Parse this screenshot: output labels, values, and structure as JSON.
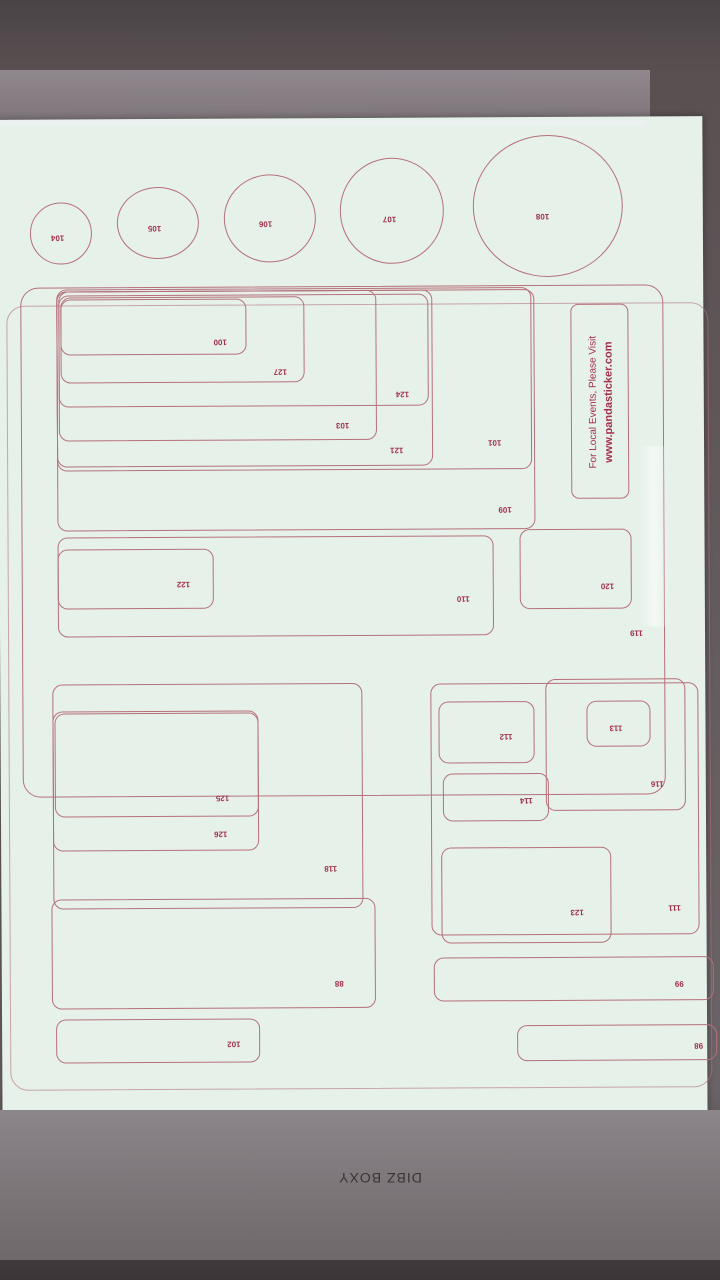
{
  "base_label": "DIBZ BOXY",
  "promo": {
    "line1": "For Local Events, Please Visit",
    "url": "www.pandasticker.com"
  },
  "labels": {
    "c1": "104",
    "c2": "105",
    "c3": "106",
    "c4": "107",
    "c5": "108",
    "r100": "100",
    "r127": "127",
    "r124": "124",
    "r103": "103",
    "r121": "121",
    "r101": "101",
    "r109": "109",
    "r122": "122",
    "r110": "110",
    "r120": "120",
    "r119": "119",
    "r126": "126",
    "r125": "125",
    "r118": "118",
    "r88": "88",
    "r102": "102",
    "r111": "111",
    "r112": "112",
    "r116": "116",
    "r113": "113",
    "r114": "114",
    "r123": "123",
    "r98": "98",
    "r99": "99"
  }
}
